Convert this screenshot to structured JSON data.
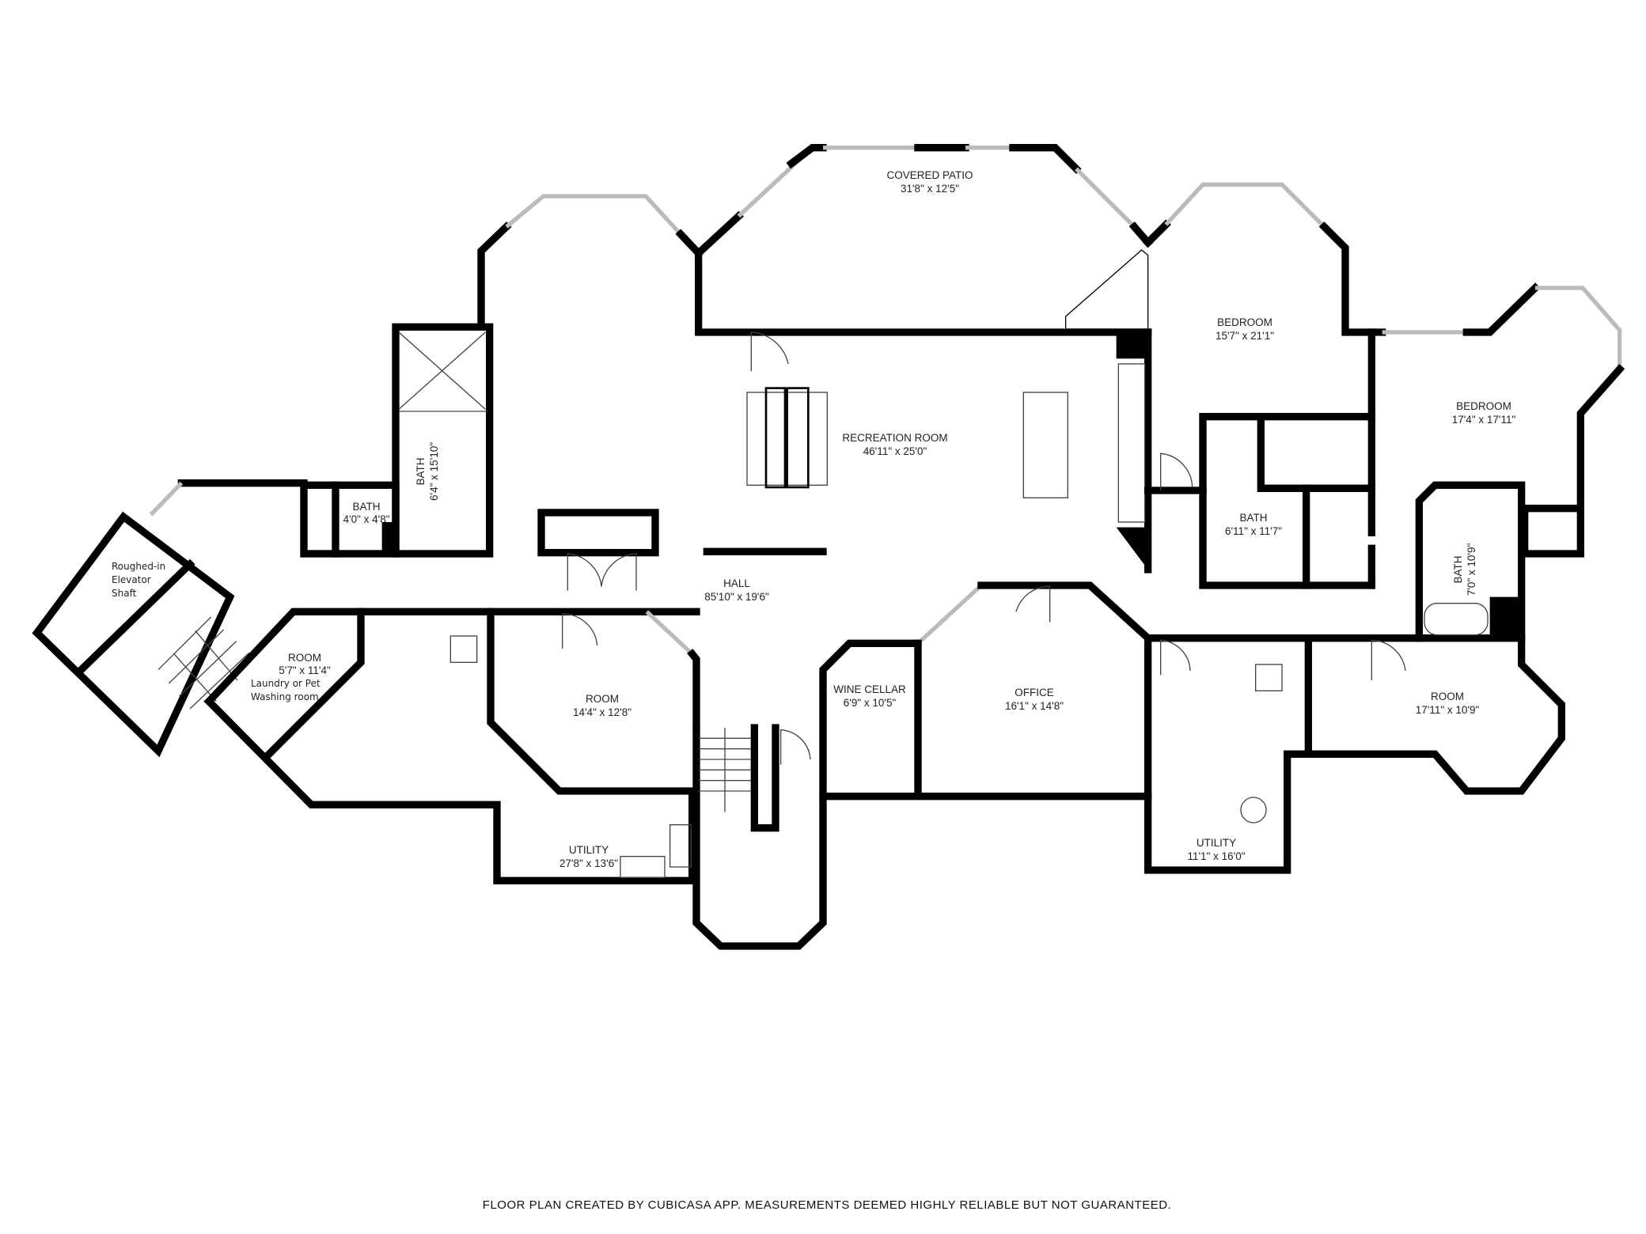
{
  "rooms": {
    "covered_patio": {
      "name": "COVERED PATIO",
      "size": "31'8\" x 12'5\""
    },
    "recreation_room": {
      "name": "RECREATION ROOM",
      "size": "46'11\" x 25'0\""
    },
    "hall": {
      "name": "HALL",
      "size": "85'10\" x 19'6\""
    },
    "bedroom_1": {
      "name": "BEDROOM",
      "size": "15'7\" x 21'1\""
    },
    "bedroom_2": {
      "name": "BEDROOM",
      "size": "17'4\" x 17'11\""
    },
    "bath_center_right": {
      "name": "BATH",
      "size": "6'11\" x 11'7\""
    },
    "bath_right": {
      "name": "BATH",
      "size": "7'0\" x 10'9\""
    },
    "bath_left_tall": {
      "name": "BATH",
      "size": "6'4\" x 15'10\""
    },
    "bath_small": {
      "name": "BATH",
      "size": "4'0\" x 4'8\""
    },
    "elevator": {
      "line1": "Roughed-in",
      "line2": "Elevator",
      "line3": "Shaft"
    },
    "laundry_room": {
      "name": "ROOM",
      "size": "5'7\" x 11'4\"",
      "note1": "Laundry or Pet",
      "note2": "Washing room"
    },
    "room_center_left": {
      "name": "ROOM",
      "size": "14'4\" x 12'8\""
    },
    "wine_cellar": {
      "name": "WINE CELLAR",
      "size": "6'9\" x 10'5\""
    },
    "office": {
      "name": "OFFICE",
      "size": "16'1\" x 14'8\""
    },
    "room_right": {
      "name": "ROOM",
      "size": "17'11\" x 10'9\""
    },
    "utility_left": {
      "name": "UTILITY",
      "size": "27'8\" x 13'6\""
    },
    "utility_right": {
      "name": "UTILITY",
      "size": "11'1\" x 16'0\""
    }
  },
  "footer": "FLOOR PLAN CREATED BY CUBICASA APP. MEASUREMENTS DEEMED HIGHLY RELIABLE BUT NOT GUARANTEED.",
  "colors": {
    "wall": "#000000",
    "background": "#ffffff",
    "window": "#bbbbbb"
  }
}
